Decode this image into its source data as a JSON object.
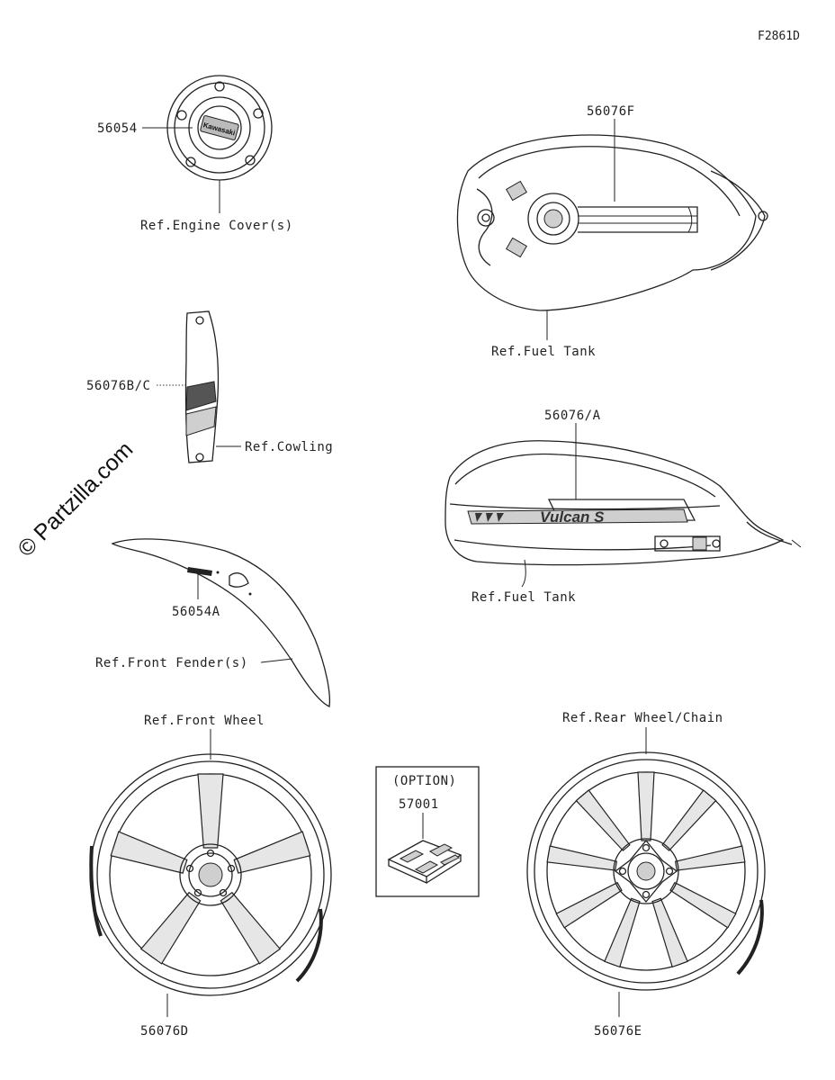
{
  "figure_code": "F2861D",
  "watermark": "© Partzilla.com",
  "callouts": {
    "p56054": "56054",
    "engine_cover_ref": "Ref.Engine Cover(s)",
    "p56076F": "56076F",
    "fuel_tank_ref_1": "Ref.Fuel Tank",
    "p56076BC": "56076B/C",
    "cowling_ref": "Ref.Cowling",
    "p56076A": "56076/A",
    "fuel_tank_ref_2": "Ref.Fuel Tank",
    "p56054A": "56054A",
    "front_fender_ref": "Ref.Front Fender(s)",
    "front_wheel_ref": "Ref.Front Wheel",
    "rear_wheel_ref": "Ref.Rear Wheel/Chain",
    "p56076D": "56076D",
    "p56076E": "56076E"
  },
  "option_box": {
    "title": "(OPTION)",
    "part": "57001"
  },
  "emblem_text": "Kawasaki",
  "decal_text": "Vulcan S"
}
